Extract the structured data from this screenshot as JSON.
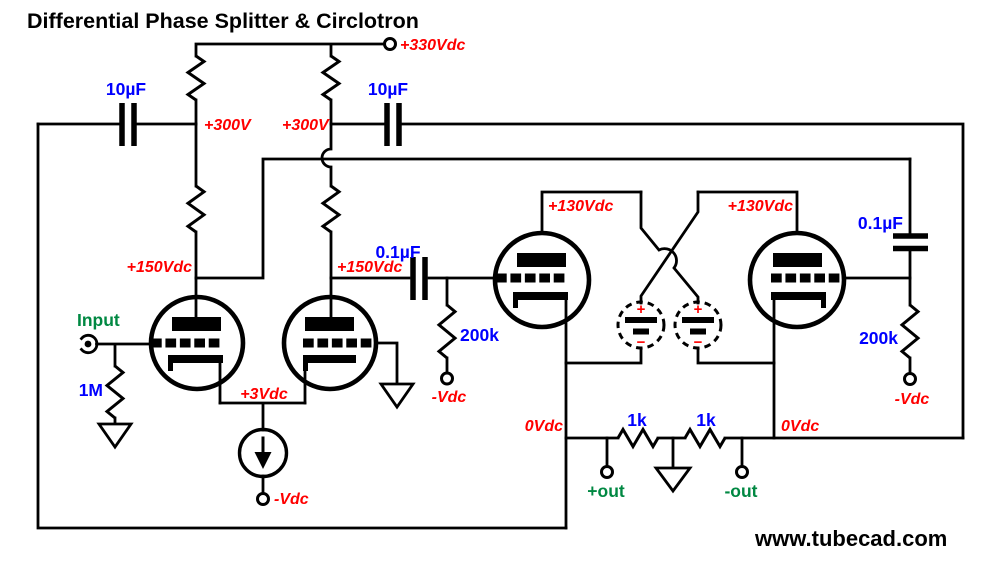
{
  "title": "Differential Phase Splitter & Circlotron",
  "website": "www.tubecad.com",
  "colors": {
    "voltage": "#ff0000",
    "value": "#0000ff",
    "terminal": "#008842",
    "ink": "#000000",
    "paper": "#ffffff"
  },
  "labels": {
    "b_plus": "+330Vdc",
    "plate_node_left": "+300V",
    "plate_node_right": "+300V",
    "bootstrap_cap_left": "10µF",
    "bootstrap_cap_right": "10µF",
    "splitter_plate_left": "+150Vdc",
    "splitter_plate_right": "+150Vdc",
    "coupling_cap_left": "0.1µF",
    "coupling_cap_right": "0.1µF",
    "grid_resistor_left": "200k",
    "grid_resistor_right": "200k",
    "grid_bias_left": "-Vdc",
    "grid_bias_right": "-Vdc",
    "input": "Input",
    "input_resistor": "1M",
    "cathode_node": "+3Vdc",
    "tail_supply": "-Vdc",
    "output_plate_left": "+130Vdc",
    "output_plate_right": "+130Vdc",
    "output_cathode_left": "0Vdc",
    "output_cathode_right": "0Vdc",
    "bridge_resistor_left": "1k",
    "bridge_resistor_right": "1k",
    "output_pos": "+out",
    "output_neg": "-out",
    "battery_plus": "+",
    "battery_minus": "−"
  }
}
